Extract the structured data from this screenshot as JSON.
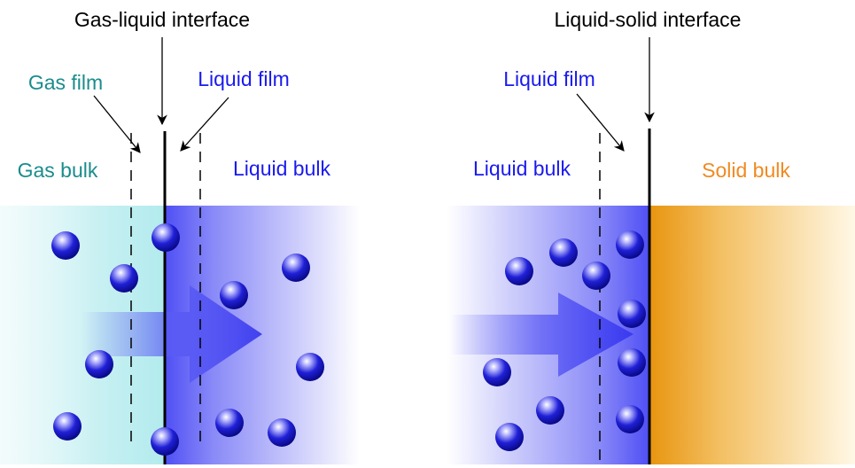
{
  "left_panel": {
    "interface_label": "Gas-liquid interface",
    "gas_film_label": "Gas film",
    "liquid_film_label": "Liquid film",
    "gas_bulk_label": "Gas bulk",
    "liquid_bulk_label": "Liquid bulk"
  },
  "right_panel": {
    "interface_label": "Liquid-solid interface",
    "liquid_film_label": "Liquid film",
    "liquid_bulk_label": "Liquid bulk",
    "solid_bulk_label": "Solid bulk"
  },
  "colors": {
    "gas": "#1a8c8c",
    "liquid": "#1a1aee",
    "solid": "#f08a20",
    "interface": "#000000"
  },
  "icons": [
    "molecule-sphere-icon",
    "mass-transfer-arrow-icon"
  ]
}
